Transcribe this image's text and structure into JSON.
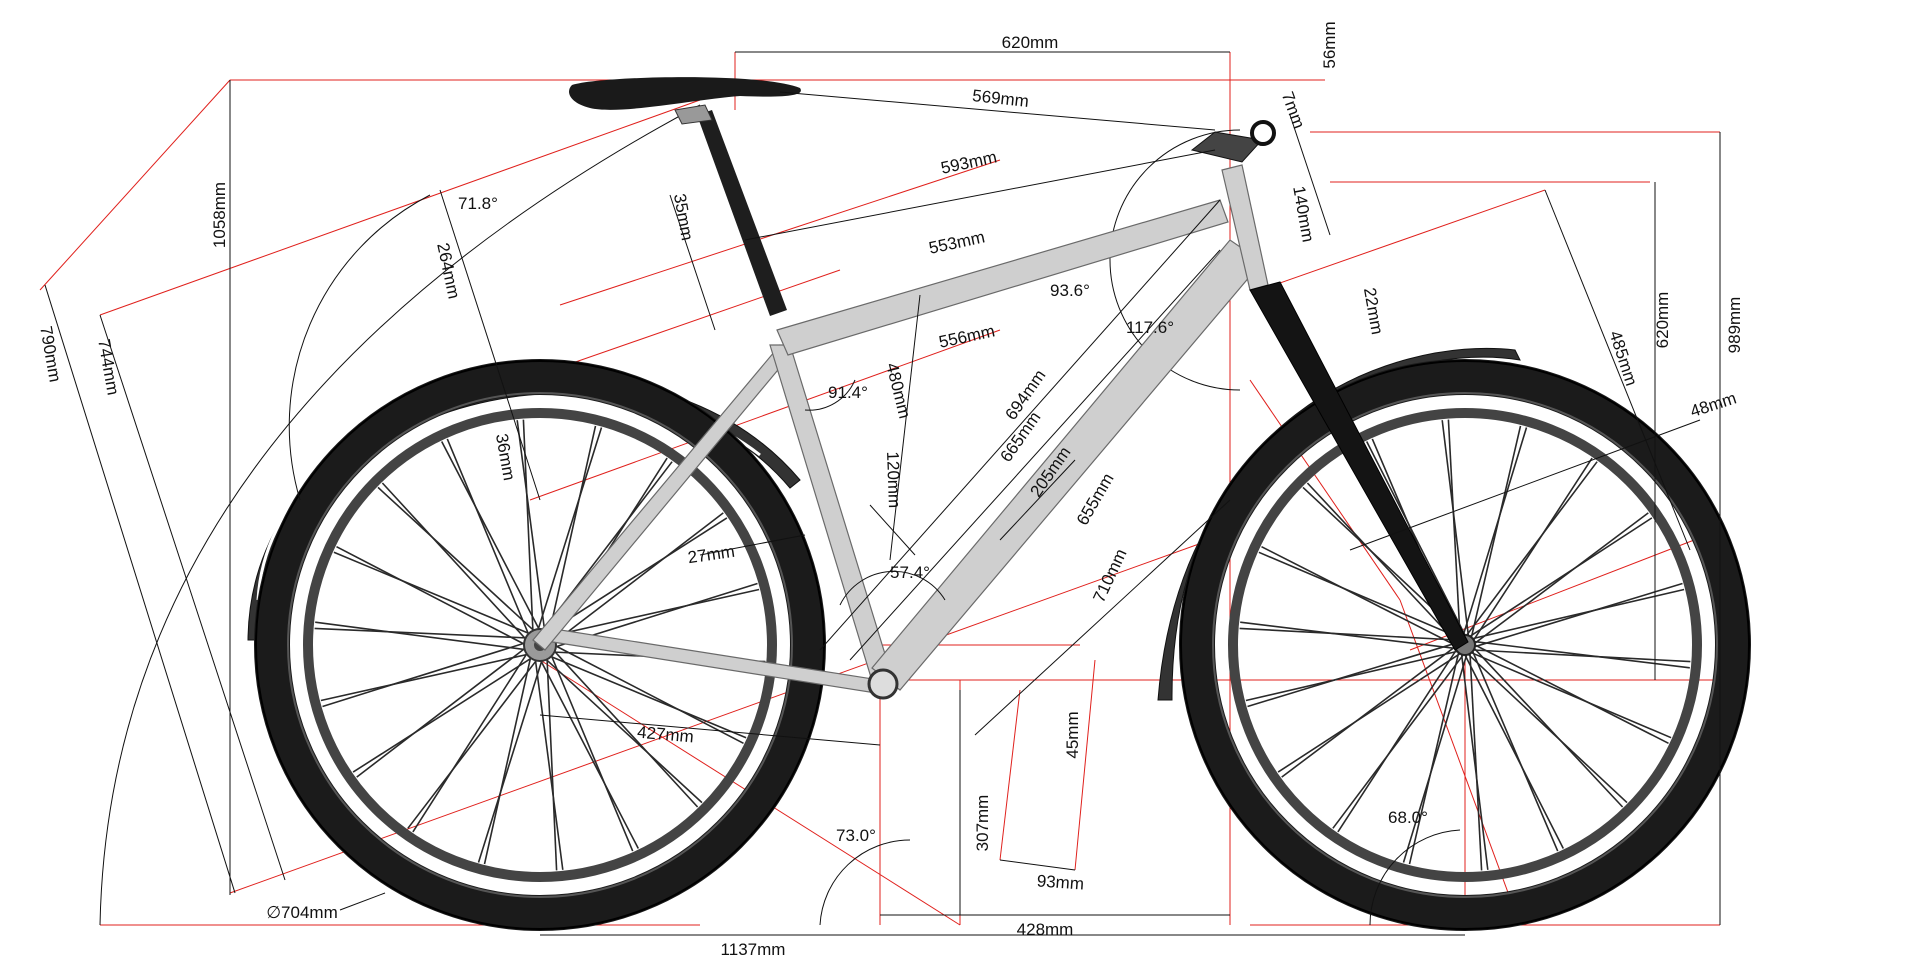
{
  "colors": {
    "reference_line": "#e0201c",
    "dimension_line": "#111111",
    "frame": "#cfcfcf",
    "tyre": "#1b1b1b",
    "fork": "#141414"
  },
  "dimensions": {
    "reach_top": "620mm",
    "stem_offset": "56mm",
    "saddle_to_bar": "569mm",
    "spacer": "7mm",
    "effective_top_tube": "593mm",
    "head_tube": "140mm",
    "seatpost_offset": "35mm",
    "seat_angle": "71.8°",
    "top_tube": "553mm",
    "head_angle_top": "93.6°",
    "headset": "22mm",
    "saddle_height": "1058mm",
    "seat_to_ground_a": "790mm",
    "seat_to_ground_b": "744mm",
    "seat_tube_ext": "264mm",
    "head_angle_inner": "117.6°",
    "fork_offset_height": "485mm",
    "stack": "620mm",
    "bar_height": "989mm",
    "front_gap": "556mm",
    "seat_tube_angle_inner": "91.4°",
    "seat_tube_length": "480mm",
    "down_tube_a": "694mm",
    "down_tube_b": "665mm",
    "short_mark": "36mm",
    "fork_rake": "48mm",
    "down_tube_inner": "205mm",
    "down_tube_total": "655mm",
    "seat_stay_lower": "120mm",
    "chainstay_gap": "27mm",
    "bb_angle": "57.4°",
    "front_center": "710mm",
    "chainstay": "427mm",
    "bb_drop": "45mm",
    "seat_angle_ground": "73.0°",
    "bb_height": "307mm",
    "crank_width": "93mm",
    "head_angle_ground": "68.0°",
    "wheel_diameter": "∅704mm",
    "front_offset": "428mm",
    "wheelbase": "1137mm"
  }
}
